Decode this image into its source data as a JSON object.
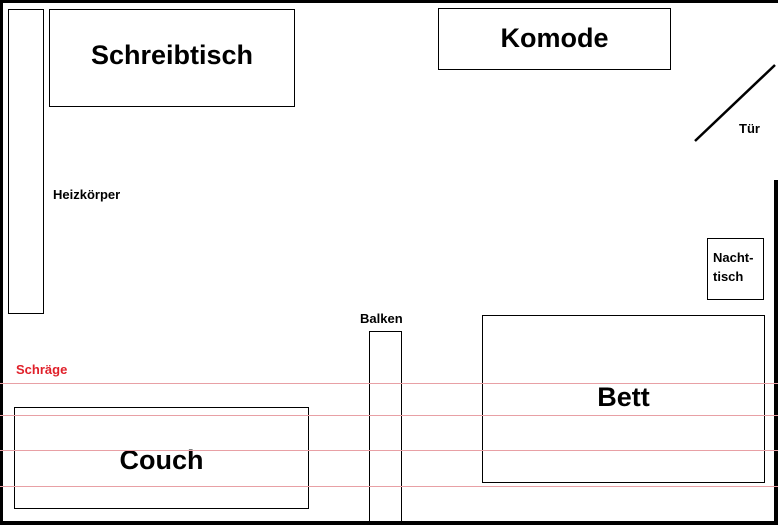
{
  "labels": {
    "desk": "Schreibtisch",
    "dresser": "Komode",
    "door": "Tür",
    "radiator": "Heizkörper",
    "nightstand_line1": "Nacht-",
    "nightstand_line2": "tisch",
    "beam": "Balken",
    "slope": "Schräge",
    "couch": "Couch",
    "bed": "Bett"
  },
  "colors": {
    "walls": "#000000",
    "outline": "#000000",
    "slope": "#e0202a",
    "slope_lines": "#e8a0a5",
    "background": "#ffffff"
  }
}
